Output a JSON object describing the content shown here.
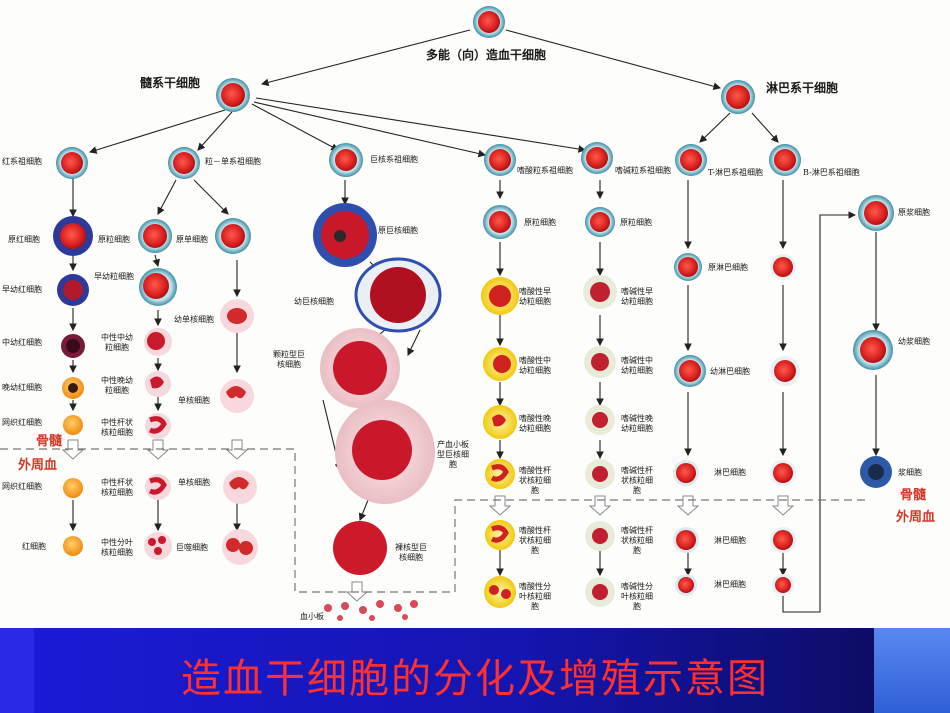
{
  "diagram": {
    "root": "多能（向）造血干细胞",
    "myeloid_stem": "髓系干细胞",
    "lymphoid_stem": "淋巴系干细胞",
    "erythroid": {
      "progenitor": "红系祖细胞",
      "stages": [
        "原红细胞",
        "早幼红细胞",
        "中幼红细胞",
        "晚幼红细胞",
        "网织红细胞"
      ],
      "blood": [
        "网织红细胞",
        "红细胞"
      ]
    },
    "granulo_mono": {
      "progenitor": "粒－单系祖细胞",
      "neutrophil_stages": [
        "原粒细胞",
        "早幼粒细胞",
        "中性中幼粒细胞",
        "中性晚幼粒细胞",
        "中性杆状核粒细胞"
      ],
      "neutrophil_blood": [
        "中性杆状核粒细胞",
        "中性分叶核粒细胞"
      ],
      "mono_stages": [
        "原单细胞",
        "幼单核细胞",
        "单核细胞"
      ],
      "mono_blood": [
        "单核细胞",
        "巨噬细胞"
      ]
    },
    "megakaryocyte": {
      "progenitor": "巨核系祖细胞",
      "stages": [
        "原巨核细胞",
        "幼巨核细胞",
        "颗粒型巨核细胞",
        "产血小板型巨核细胞",
        "裸核型巨核细胞"
      ],
      "platelet": "血小板"
    },
    "eosinophil": {
      "progenitor": "嗜酸粒系祖细胞",
      "stages": [
        "原粒细胞",
        "嗜酸性早幼粒细胞",
        "嗜酸性中幼粒细胞",
        "嗜酸性晚幼粒细胞",
        "嗜酸性杆状核粒细胞"
      ],
      "blood": [
        "嗜酸性杆状核粒细胞",
        "嗜酸性分叶核粒细胞"
      ]
    },
    "basophil": {
      "progenitor": "嗜碱粒系祖细胞",
      "stages": [
        "原粒细胞",
        "嗜碱性早幼粒细胞",
        "嗜碱性中幼粒细胞",
        "嗜碱性晚幼粒细胞",
        "嗜碱性杆状核粒细胞"
      ],
      "blood": [
        "嗜碱性杆状核粒细胞",
        "嗜碱性分叶核粒细胞"
      ]
    },
    "t_lymph": {
      "progenitor": "T-淋巴系祖细胞",
      "stages": [
        "原淋巴细胞",
        "幼淋巴细胞",
        "淋巴细胞"
      ],
      "blood": [
        "淋巴细胞",
        "淋巴细胞"
      ]
    },
    "b_lymph": {
      "progenitor": "B-淋巴系祖细胞",
      "plasma": [
        "原浆细胞",
        "幼浆细胞",
        "浆细胞"
      ]
    },
    "zones": {
      "marrow": "骨髓",
      "peripheral": "外周血",
      "marrow_right": "骨髓",
      "peripheral_right": "外周血"
    }
  },
  "footer": {
    "title": "造血干细胞的分化及增殖示意图"
  },
  "colors": {
    "cell_red": "#d61e1e",
    "cell_halo": "#9fd0dc",
    "footer_bg": "#1b1bd8",
    "footer_text": "#ff3030",
    "zone_text": "#d23a2a"
  }
}
